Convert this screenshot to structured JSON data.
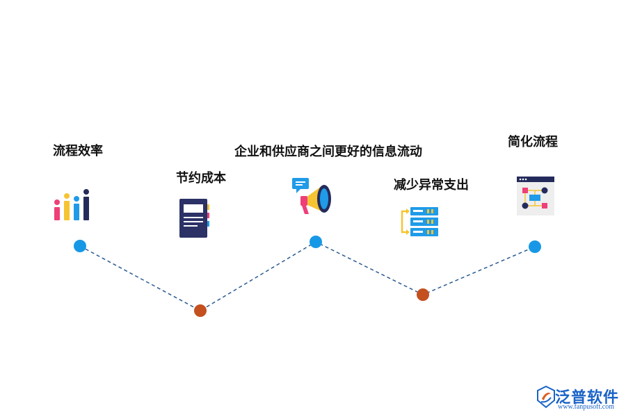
{
  "steps": [
    {
      "label": "流程效率",
      "icon": "bar-chart-icon",
      "node_color": "#1798e6"
    },
    {
      "label": "节约成本",
      "icon": "notebook-icon",
      "node_color": "#c4501f"
    },
    {
      "label": "企业和供应商之间更好的信息流动",
      "icon": "megaphone-icon",
      "node_color": "#1798e6"
    },
    {
      "label": "减少异常支出",
      "icon": "server-rack-icon",
      "node_color": "#c4501f"
    },
    {
      "label": "简化流程",
      "icon": "flowchart-icon",
      "node_color": "#1798e6"
    }
  ],
  "connector": {
    "style": "dashed",
    "color": "#2a5a8f"
  },
  "logo": {
    "name": "泛普软件",
    "url": "www.fanpusoft.com"
  }
}
